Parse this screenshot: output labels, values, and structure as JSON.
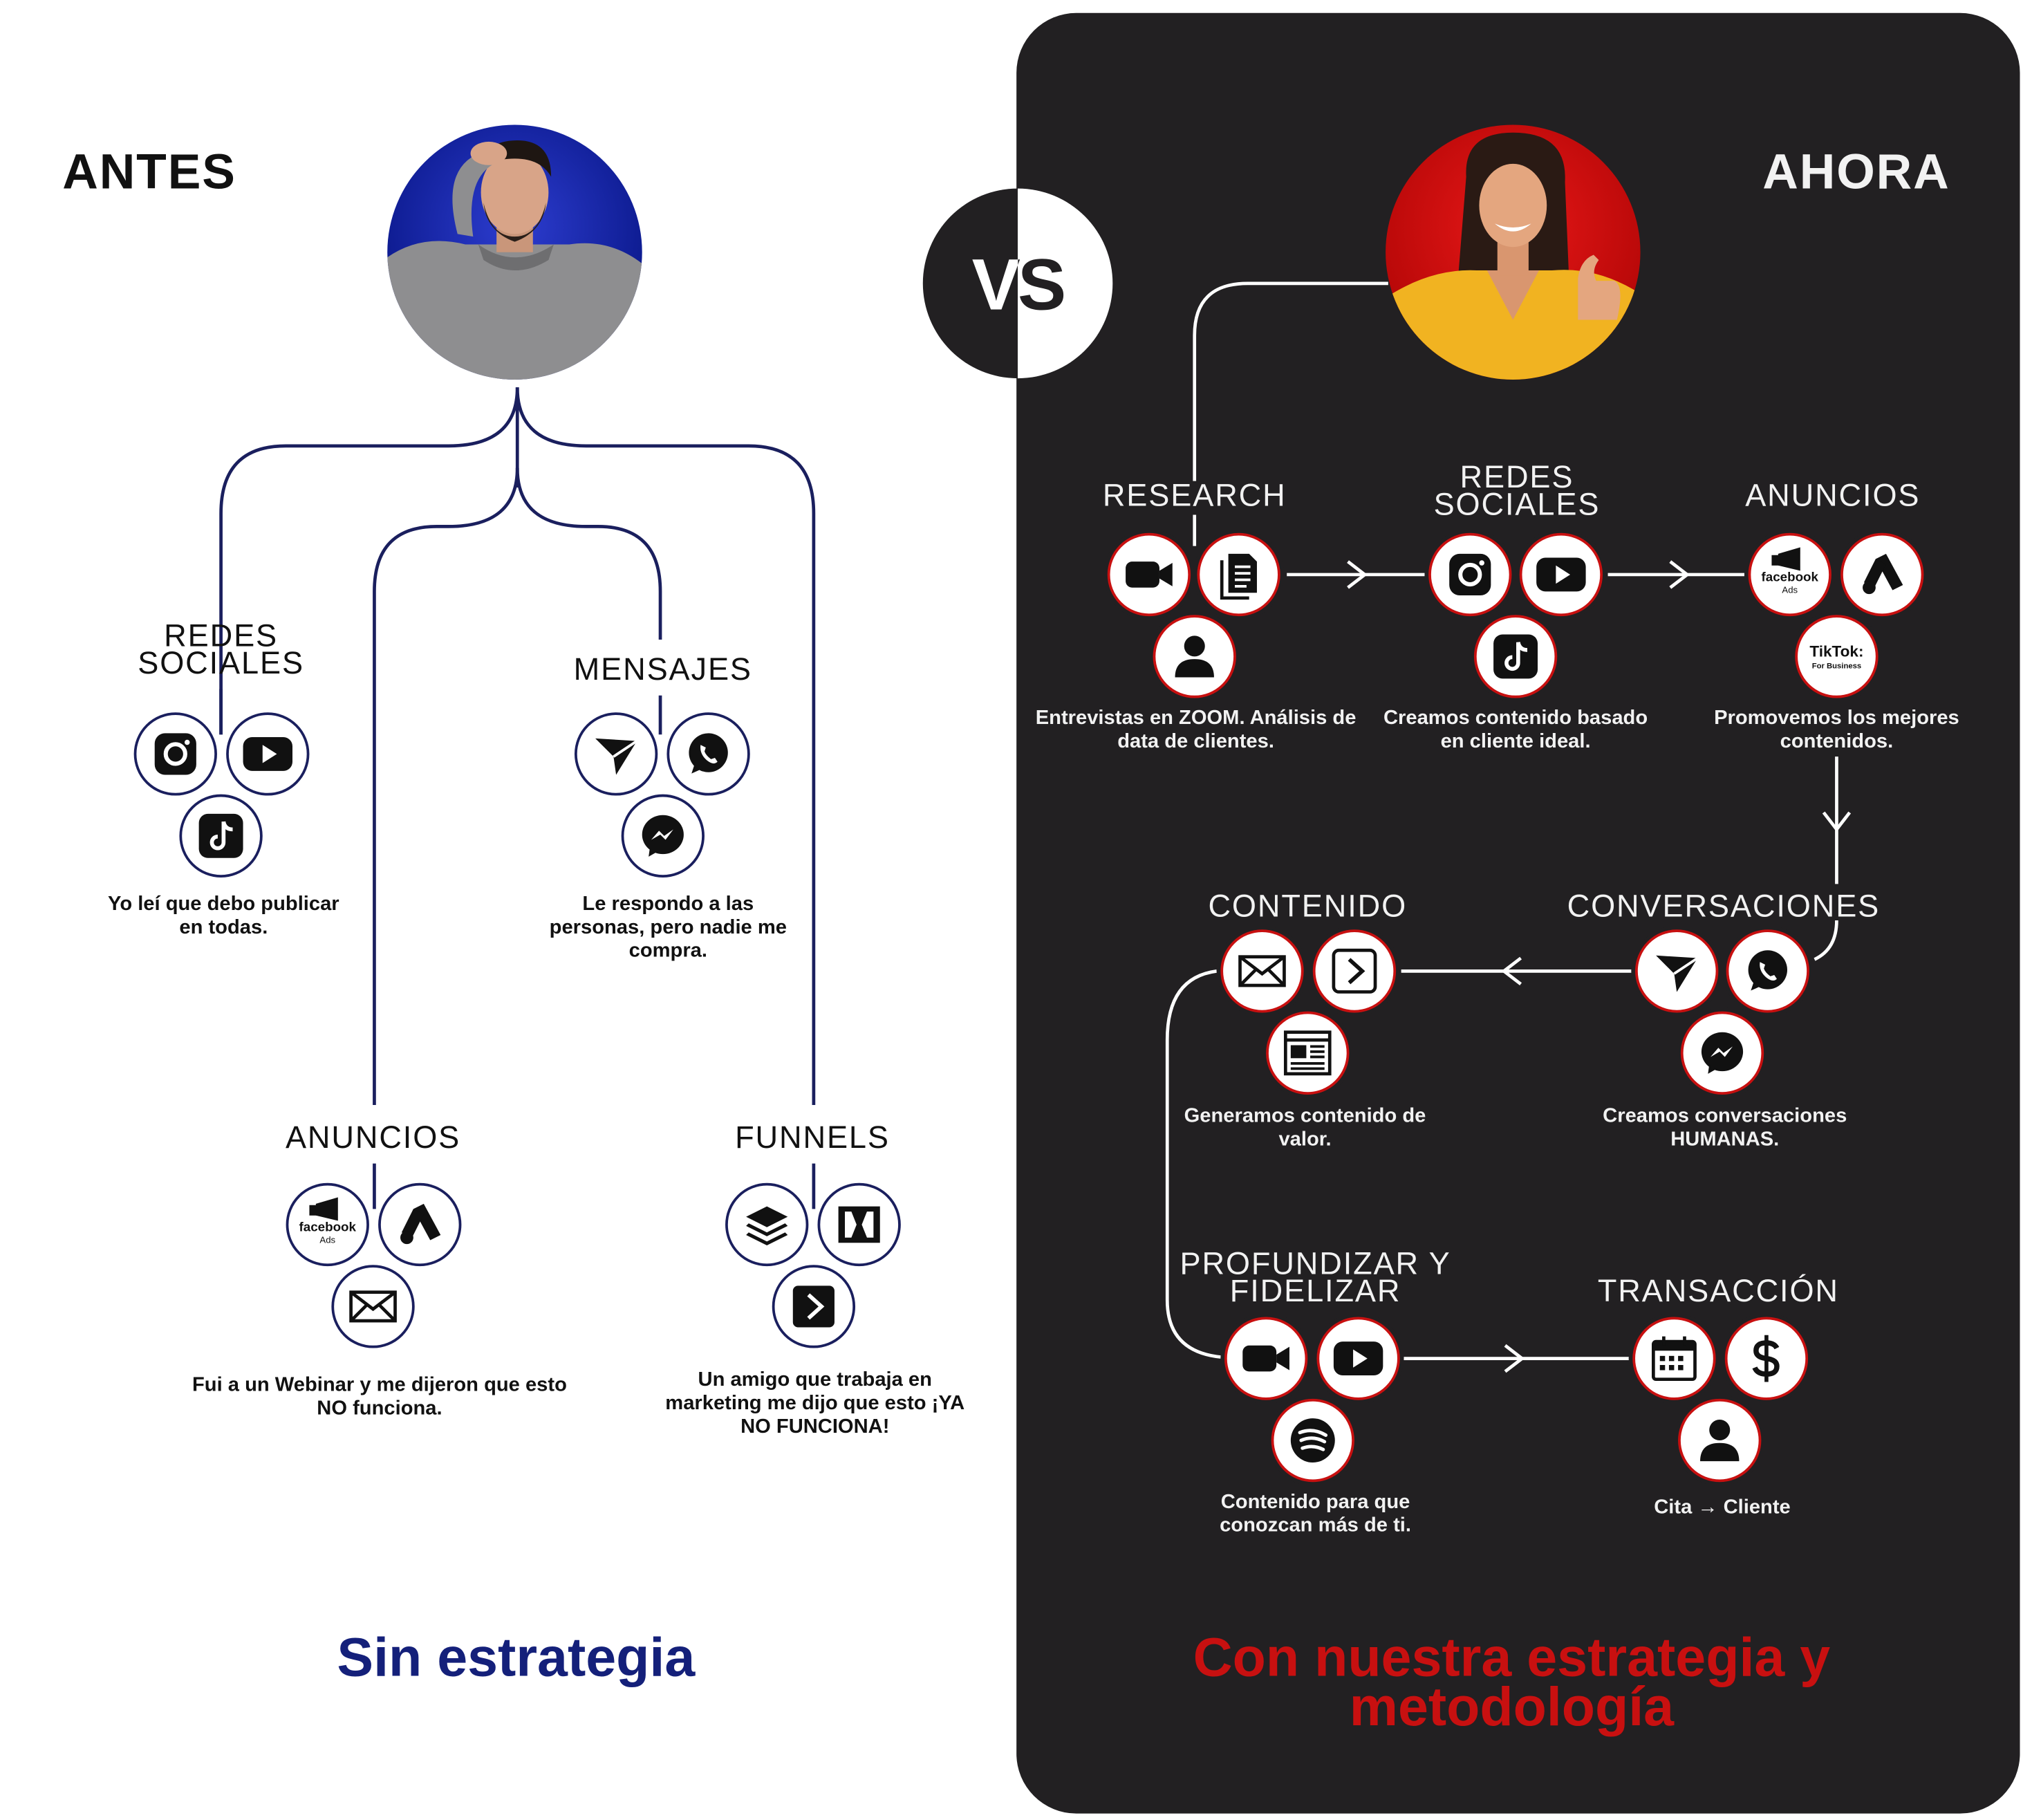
{
  "colors": {
    "before_accent": "#14207a",
    "after_accent": "#c81010",
    "panel": "#222022",
    "line_dark": "#1a1f5e",
    "line_light": "#ffffff"
  },
  "before": {
    "heading": "ANTES",
    "avatar": "confused-man-photo",
    "groups": [
      {
        "label": "REDES SOCIALES",
        "icons": [
          "instagram-icon",
          "youtube-icon",
          "tiktok-icon"
        ],
        "caption": "Yo leí que debo publicar en todas."
      },
      {
        "label": "MENSAJES",
        "icons": [
          "send-icon",
          "whatsapp-icon",
          "messenger-icon"
        ],
        "caption": "Le respondo a las personas, pero nadie me compra."
      },
      {
        "label": "ANUNCIOS",
        "icons": [
          "facebook-ads-icon",
          "google-ads-icon",
          "email-icon"
        ],
        "caption": "Fui a un Webinar y me dijeron que esto NO funciona."
      },
      {
        "label": "FUNNELS",
        "icons": [
          "layers-icon",
          "clickfunnels-icon",
          "activecampaign-icon"
        ],
        "caption": "Un amigo que trabaja en marketing me dijo que esto ¡YA NO FUNCIONA!"
      }
    ],
    "footer": "Sin estrategia"
  },
  "vs": "VS",
  "after": {
    "heading": "AHORA",
    "avatar": "smiling-woman-photo",
    "steps": [
      {
        "label": "RESEARCH",
        "icons": [
          "zoom-icon",
          "document-icon",
          "user-icon"
        ],
        "caption": "Entrevistas en ZOOM. Análisis de data de clientes."
      },
      {
        "label": "REDES SOCIALES",
        "icons": [
          "instagram-icon",
          "youtube-icon",
          "tiktok-icon"
        ],
        "caption": "Creamos contenido basado en cliente ideal."
      },
      {
        "label": "ANUNCIOS",
        "icons": [
          "facebook-ads-icon",
          "google-ads-icon",
          "tiktok-business-icon"
        ],
        "caption": "Promovemos los mejores contenidos."
      },
      {
        "label": "CONVERSACIONES",
        "icons": [
          "send-icon",
          "whatsapp-icon",
          "messenger-icon"
        ],
        "caption": "Creamos conversaciones HUMANAS."
      },
      {
        "label": "CONTENIDO",
        "icons": [
          "email-icon",
          "activecampaign-icon",
          "newsletter-icon"
        ],
        "caption": "Generamos contenido de valor."
      },
      {
        "label": "PROFUNDIZAR Y FIDELIZAR",
        "icons": [
          "zoom-icon",
          "youtube-icon",
          "spotify-icon"
        ],
        "caption": "Contenido para que conozcan más de ti."
      },
      {
        "label": "TRANSACCIÓN",
        "icons": [
          "calendar-icon",
          "dollar-icon",
          "user-icon"
        ],
        "caption": "Cita → Cliente"
      }
    ],
    "footer": "Con nuestra estrategia y metodología"
  },
  "icon_text": {
    "facebook": "facebook",
    "ads": "Ads",
    "tiktok": "TikTok:",
    "for_business": "For Business"
  }
}
